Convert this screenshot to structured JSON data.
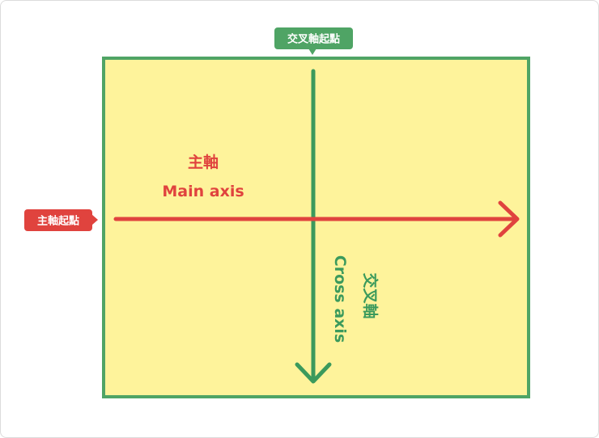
{
  "colors": {
    "container_fill": "#fef39b",
    "container_border": "#4fa465",
    "main_axis": "#e0433e",
    "cross_axis": "#3b9a5c",
    "tag_text": "#ffffff"
  },
  "labels": {
    "cross_start_tag": "交叉軸起點",
    "main_start_tag": "主軸起點",
    "main_axis_zh": "主軸",
    "main_axis_en": "Main axis",
    "cross_axis_zh": "交叉軸",
    "cross_axis_en": "Cross axis"
  }
}
